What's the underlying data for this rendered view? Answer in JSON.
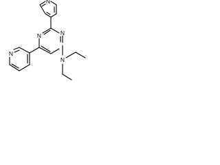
{
  "molecule": {
    "atoms": {
      "n_top_pyridine": "N",
      "n_pyrimidine_1": "N",
      "n_pyrimidine_3": "N",
      "n_left_pyridine": "N",
      "n_amine": "N"
    }
  },
  "colors": {
    "bond": "#000000",
    "label": "#000000",
    "background": "#ffffff"
  }
}
